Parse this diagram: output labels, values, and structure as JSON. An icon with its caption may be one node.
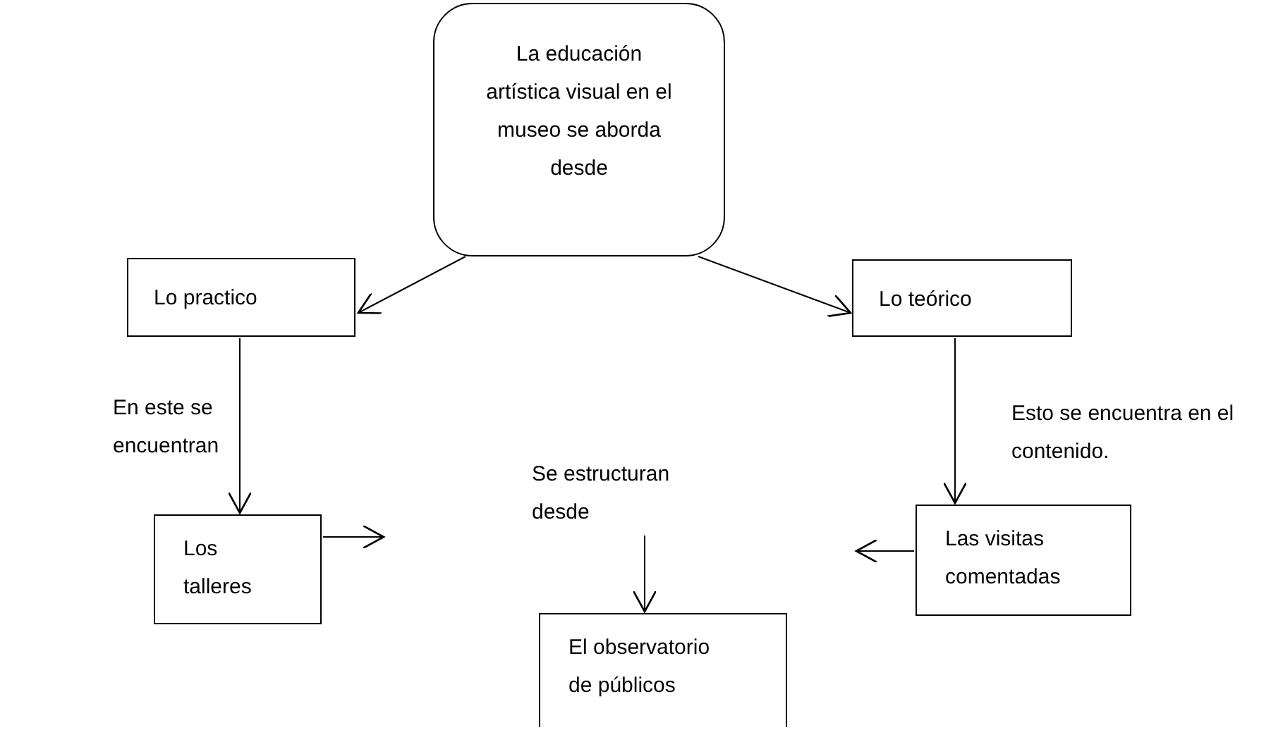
{
  "diagram": {
    "nodes": [
      {
        "text": [
          "La educación artística visual en el museo se aborda desde"
        ]
      },
      {
        "text": [
          "Lo practico"
        ]
      },
      {
        "text": [
          "Lo teórico"
        ]
      },
      {
        "text": [
          "Los talleres"
        ]
      },
      {
        "text": [
          "Las visitas comentadas"
        ]
      },
      {
        "text": [
          "Se estructuran desde"
        ]
      },
      {
        "text": [
          "El observatorio de públicos"
        ]
      }
    ],
    "edges": [
      {
        "from": 0,
        "to": 1,
        "arrow": "to"
      },
      {
        "from": 0,
        "to": 2,
        "arrow": "to"
      },
      {
        "from": 1,
        "to": 3,
        "arrow": "to",
        "label": "En este se encuentran"
      },
      {
        "from": 2,
        "to": 4,
        "arrow": "to",
        "label": "Esto se encuentra en el contenido."
      },
      {
        "from": 3,
        "to": null,
        "arrow": "to"
      },
      {
        "from": 4,
        "to": null,
        "arrow": "to"
      },
      {
        "from": 5,
        "to": 6,
        "arrow": "to"
      }
    ]
  }
}
